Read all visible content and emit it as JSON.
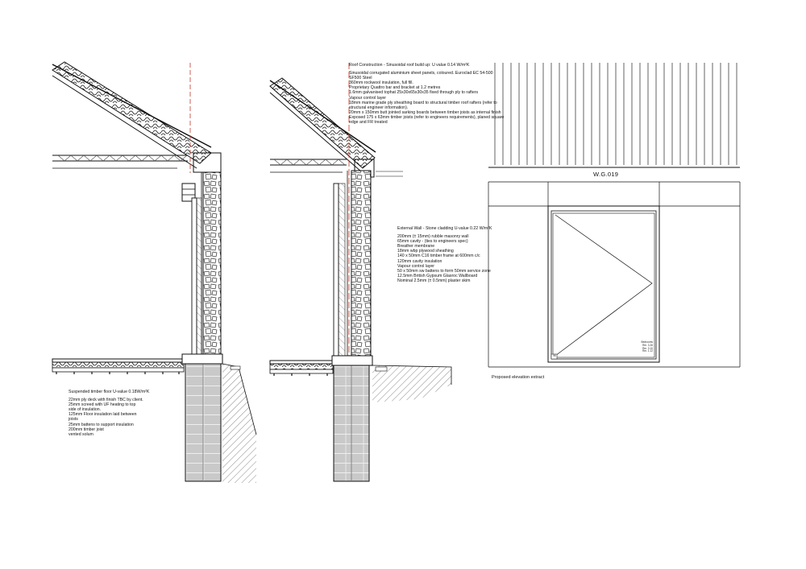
{
  "roof_note": {
    "heading": "Roof Construction - Sinusoidal roof build up: U value 0.14 W/m²K",
    "items": [
      "Sinusoidal corrugated aluminium sheet panels, coloured. Euroclad EC 54-500",
      "SF500 Steel",
      "360mm rockwool insulation, full fill.",
      "Proprietary Quattro bar and bracket at 1.2 metres",
      "1.6mm galvanised tophat 25x30x65x30x35 fixed through ply to rafters",
      "Vapour control layer",
      "18mm marine grade ply sheathing board to structural timber roof rafters (refer to",
      "structural engineer information).",
      "20mm x 150mm butt jointed sarking boards between timber joists as internal finish",
      "Exposed 175 x 63mm timber joists (refer to engineers requirements), planed square",
      "edge and FR treated"
    ]
  },
  "wall_note": {
    "heading": "External Wall - Stone cladding U-value 0.22 W/m²K",
    "items": [
      "200mm (± 15mm) rubble masonry wall",
      "65mm cavity - (ties to engineers spec)",
      "Breather membrane",
      "18mm wbp plywood sheathing",
      "140 x 50mm C16 timber frame at 600mm c/c",
      "120mm cavity insulation",
      "Vapour control layer",
      "50 x 50mm sw battens to form 50mm service zone",
      "12.5mm British Gypsum Glasroc Wallboard",
      "Nominal 2.5mm (± 0.5mm) plaster skim"
    ]
  },
  "floor_note": {
    "heading": "Suspended timber floor U-value 0.18W/m²K",
    "items": [
      "22mm ply deck with finish TBC by client.",
      "25mm screed with UF heating to top",
      "side of insulation.",
      "125mm Floor insulation laid between",
      "joists",
      "25mm battens to support insulation",
      "200mm timber joist",
      "vented solum"
    ]
  },
  "elevation": {
    "window_tag": "W.G.019",
    "caption": "Proposed elevation extract",
    "window_notes": [
      "Bedrooms",
      "Rm. 3.26",
      "Rm. 3.10",
      "Rm. 1.12"
    ],
    "corner_mark": "98"
  }
}
